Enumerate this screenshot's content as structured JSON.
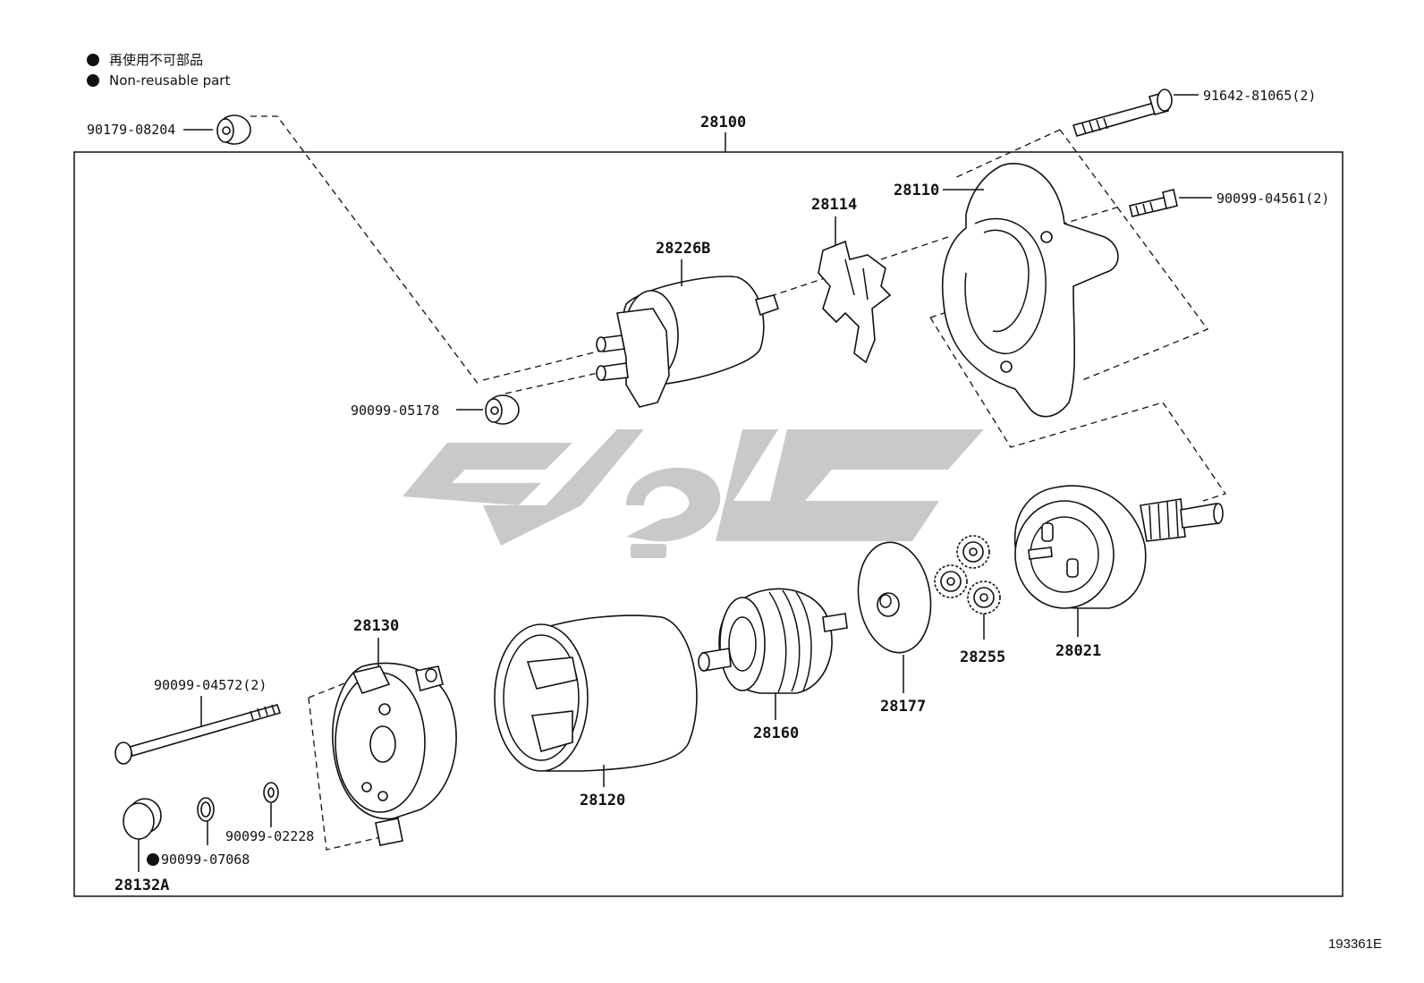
{
  "legend": {
    "ja": "再使用不可部品",
    "en": "Non-reusable part"
  },
  "assembly": {
    "number": "28100"
  },
  "parts": [
    {
      "id": "p90179",
      "number": "90179-08204",
      "non_reusable": false
    },
    {
      "id": "p91642",
      "number": "91642-81065(2)",
      "non_reusable": false
    },
    {
      "id": "p90099_04561",
      "number": "90099-04561(2)",
      "non_reusable": false
    },
    {
      "id": "p28110",
      "number": "28110",
      "non_reusable": false
    },
    {
      "id": "p28114",
      "number": "28114",
      "non_reusable": false
    },
    {
      "id": "p28226B",
      "number": "28226B",
      "non_reusable": false
    },
    {
      "id": "p90099_05178",
      "number": "90099-05178",
      "non_reusable": false
    },
    {
      "id": "p28021",
      "number": "28021",
      "non_reusable": false
    },
    {
      "id": "p28255",
      "number": "28255",
      "non_reusable": false
    },
    {
      "id": "p28177",
      "number": "28177",
      "non_reusable": false
    },
    {
      "id": "p28160",
      "number": "28160",
      "non_reusable": false
    },
    {
      "id": "p28120",
      "number": "28120",
      "non_reusable": false
    },
    {
      "id": "p28130",
      "number": "28130",
      "non_reusable": false
    },
    {
      "id": "p90099_04572",
      "number": "90099-04572(2)",
      "non_reusable": false
    },
    {
      "id": "p90099_02228",
      "number": "90099-02228",
      "non_reusable": false
    },
    {
      "id": "p90099_07068",
      "number": "90099-07068",
      "non_reusable": true
    },
    {
      "id": "p28132A",
      "number": "28132A",
      "non_reusable": false
    }
  ],
  "illustration_id": "193361E",
  "colors": {
    "line": "#111111",
    "watermark": "#c9c9c9",
    "background": "#ffffff"
  }
}
